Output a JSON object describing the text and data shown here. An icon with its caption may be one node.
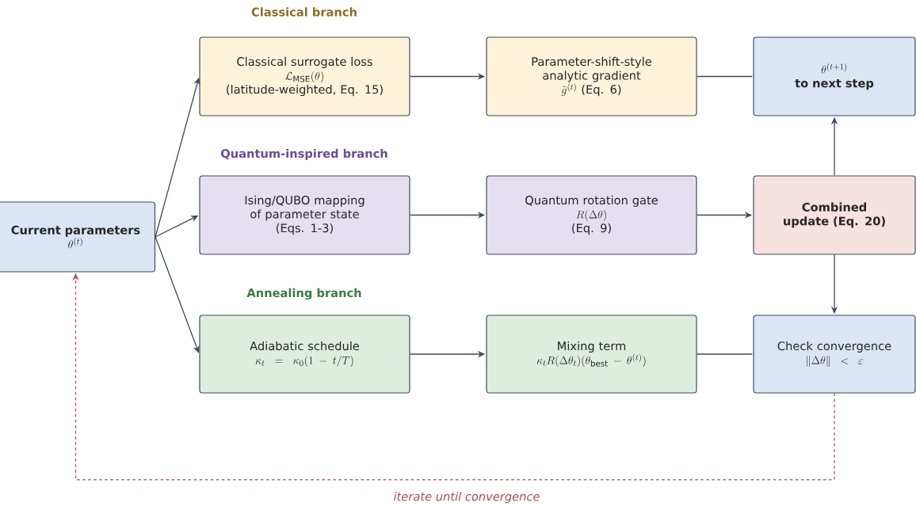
{
  "diagram": {
    "nodes": [
      {
        "text": [
          "Current parameters",
          "\\theta^{(t)}"
        ]
      },
      {
        "text": [
          "Classical surrogate loss",
          "\\mathcal{L}_{\\mathrm{MSE}}(\\theta)",
          "(latitude-weighted, Eq. 15)"
        ]
      },
      {
        "text": [
          "Parameter-shift-style analytic gradient",
          "\\tilde{g}^{(t)}\\ \\text{(Eq. 6)}"
        ]
      },
      {
        "text": [
          "\\theta^{(t+1)}",
          "to next step"
        ]
      },
      {
        "text": [
          "Ising/QUBO mapping of parameter state",
          "(Eqs. 1-3)"
        ]
      },
      {
        "text": [
          "Quantum rotation gate",
          "R(\\Delta\\theta)",
          "(Eq. 9)"
        ]
      },
      {
        "text": [
          "Combined update (Eq. 20)"
        ]
      },
      {
        "text": [
          "Adiabatic schedule",
          "\\kappa_t = \\kappa_0(1 - t/T)"
        ]
      },
      {
        "text": [
          "Mixing term",
          "\\kappa_t R(\\Delta\\theta_t)(\\theta_{\\mathrm{best}} - \\theta^{(t)})"
        ]
      },
      {
        "text": [
          "Check convergence",
          "\\|\\Delta\\theta\\| < \\varepsilon"
        ]
      }
    ],
    "edges": [
      {
        "from": 0,
        "to": 1,
        "arrow": "to"
      },
      {
        "from": 0,
        "to": 4,
        "arrow": "to"
      },
      {
        "from": 0,
        "to": 7,
        "arrow": "to"
      },
      {
        "from": 1,
        "to": 2,
        "arrow": "to"
      },
      {
        "from": 2,
        "to": 3,
        "arrow": "none"
      },
      {
        "from": 4,
        "to": 5,
        "arrow": "to"
      },
      {
        "from": 5,
        "to": 6,
        "arrow": "to"
      },
      {
        "from": 6,
        "to": 3,
        "arrow": "to"
      },
      {
        "from": 6,
        "to": 9,
        "arrow": "to"
      },
      {
        "from": 7,
        "to": 8,
        "arrow": "to"
      },
      {
        "from": 8,
        "to": 9,
        "arrow": "none"
      },
      {
        "from": 9,
        "to": 0,
        "arrow": "to",
        "label": "iterate until convergence",
        "style": "dashed",
        "color": "#b94a48"
      }
    ],
    "labels": [
      "Classical branch",
      "Quantum-inspired branch",
      "Annealing branch"
    ]
  }
}
